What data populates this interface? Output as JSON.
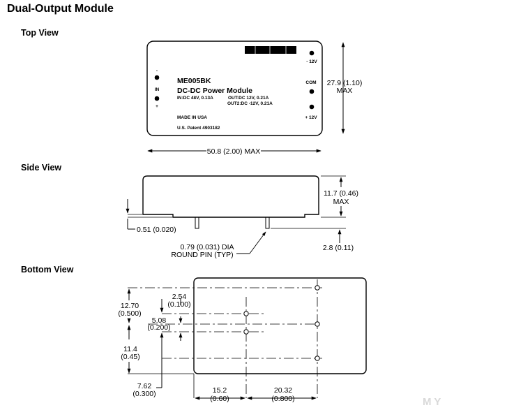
{
  "title": "Dual-Output Module",
  "sections": {
    "top": "Top View",
    "side": "Side View",
    "bottom": "Bottom View"
  },
  "module": {
    "model": "ME005BK",
    "name": "DC-DC Power Module",
    "input": "IN:DC 48V, 0.13A",
    "out1": "OUT:DC 12V, 0.21A",
    "out2": "OUT2:DC -12V, 0.21A",
    "made": "MADE IN USA",
    "patent": "U.S. Patent 4903182",
    "pins": {
      "minus": "-",
      "in": "IN",
      "plus": "+",
      "neg12": "- 12V",
      "com": "COM",
      "pos12": "+ 12V"
    }
  },
  "dimensions": {
    "height_mm": "27.9 (1.10)",
    "height_max": "MAX",
    "width": "50.8 (2.00) MAX",
    "thickness": "11.7 (0.46)",
    "thickness_max": "MAX",
    "standoff": "0.51 (0.020)",
    "pin_dia_1": "0.79 (0.031) DIA",
    "pin_dia_2": "ROUND PIN (TYP)",
    "pin_length": "2.8 (0.11)",
    "d1270_a": "12.70",
    "d1270_b": "(0.500)",
    "d254_a": "2.54",
    "d254_b": "(0.100)",
    "d508_a": "5.08",
    "d508_b": "(0.200)",
    "d114_a": "11.4",
    "d114_b": "(0.45)",
    "d762_a": "7.62",
    "d762_b": "(0.300)",
    "d152_a": "15.2",
    "d152_b": "(0.60)",
    "d2032_a": "20.32",
    "d2032_b": "(0.800)"
  }
}
